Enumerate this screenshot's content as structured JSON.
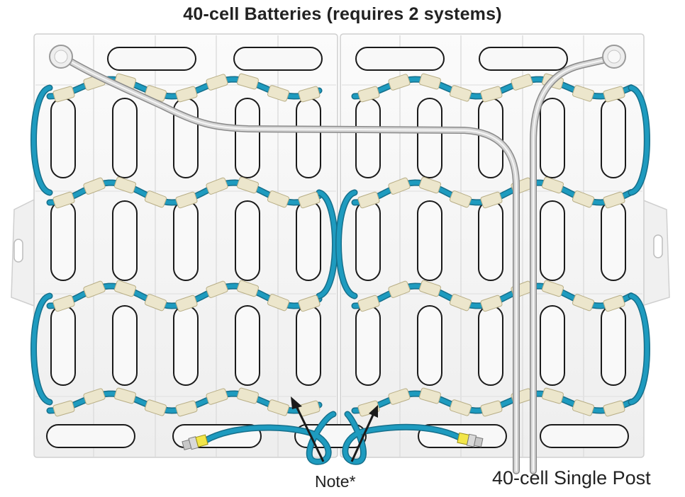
{
  "title": "40-cell Batteries (requires 2 systems)",
  "labels": {
    "note": "Note*",
    "single_post": "40-cell Single Post"
  },
  "colors": {
    "jumper_cable": "#1e9bbf",
    "jumper_sleeve": "#ece6cc",
    "lead_cable": "#c8c8c8",
    "connector_band": "#f2e64a",
    "tray": "#f7f7f7",
    "tray_outline": "#cfcfcf",
    "cell_post_outline": "#1a1a1a",
    "arrow": "#1a1a1a"
  },
  "icons": {
    "terminal": "round-terminal-post",
    "connector": "yellow-banded-connector"
  }
}
